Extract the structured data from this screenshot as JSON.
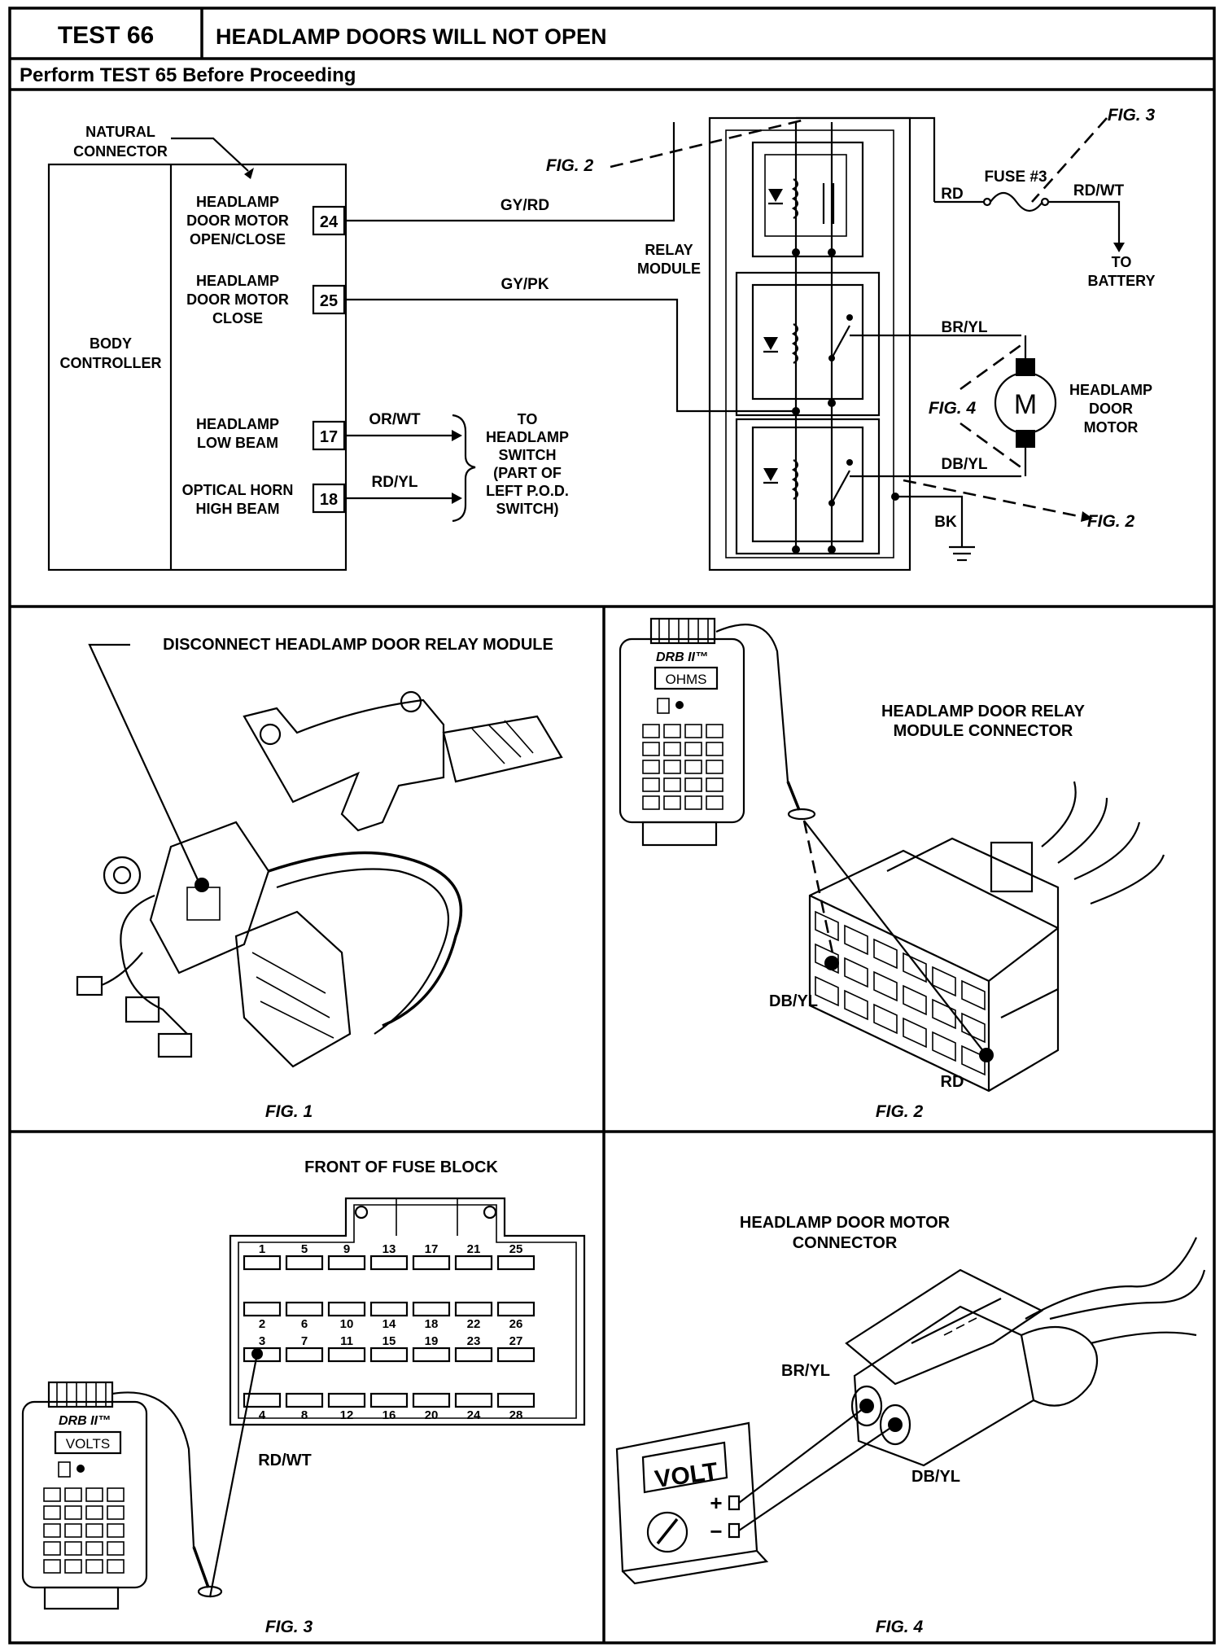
{
  "header": {
    "test_number": "TEST 66",
    "test_title": "HEADLAMP DOORS WILL NOT OPEN",
    "subtitle": "Perform TEST 65 Before Proceeding"
  },
  "schematic": {
    "natural_connector": [
      "NATURAL",
      "CONNECTOR"
    ],
    "body_controller": [
      "BODY",
      "CONTROLLER"
    ],
    "circuits": [
      {
        "label": [
          "HEADLAMP",
          "DOOR MOTOR",
          "OPEN/CLOSE"
        ],
        "pin": "24",
        "wire": "GY/RD"
      },
      {
        "label": [
          "HEADLAMP",
          "DOOR MOTOR",
          "CLOSE"
        ],
        "pin": "25",
        "wire": "GY/PK"
      },
      {
        "label": [
          "HEADLAMP",
          "LOW BEAM"
        ],
        "pin": "17",
        "wire": "OR/WT"
      },
      {
        "label": [
          "OPTICAL HORN",
          "HIGH BEAM"
        ],
        "pin": "18",
        "wire": "RD/YL"
      }
    ],
    "to_headlamp_switch": [
      "TO",
      "HEADLAMP",
      "SWITCH",
      "(PART OF",
      "LEFT P.O.D.",
      "SWITCH)"
    ],
    "relay_module": [
      "RELAY",
      "MODULE"
    ],
    "fuse": "FUSE #3",
    "wire_rd": "RD",
    "wire_rd_wt": "RD/WT",
    "to_battery": [
      "TO",
      "BATTERY"
    ],
    "wire_br_yl": "BR/YL",
    "wire_db_yl": "DB/YL",
    "wire_bk": "BK",
    "motor_symbol": "M",
    "motor_label": [
      "HEADLAMP",
      "DOOR",
      "MOTOR"
    ],
    "fig2_ref": "FIG. 2",
    "fig3_ref": "FIG. 3",
    "fig4_ref": "FIG. 4"
  },
  "fig1": {
    "callout": "DISCONNECT HEADLAMP DOOR RELAY MODULE",
    "caption": "FIG. 1"
  },
  "fig2": {
    "meter_brand": "DRB II™",
    "meter_mode": "OHMS",
    "title": [
      "HEADLAMP DOOR RELAY",
      "MODULE CONNECTOR"
    ],
    "wire_db_yl": "DB/YL",
    "wire_rd": "RD",
    "caption": "FIG. 2"
  },
  "fig3": {
    "title": "FRONT OF FUSE BLOCK",
    "fuse_numbers": {
      "row1": [
        "1",
        "5",
        "9",
        "13",
        "17",
        "21",
        "25"
      ],
      "row2_top": [
        "2",
        "6",
        "10",
        "14",
        "18",
        "22",
        "26"
      ],
      "row2_bottom": [
        "3",
        "7",
        "11",
        "15",
        "19",
        "23",
        "27"
      ],
      "row4": [
        "4",
        "8",
        "12",
        "16",
        "20",
        "24",
        "28"
      ]
    },
    "meter_brand": "DRB II™",
    "meter_mode": "VOLTS",
    "wire_rd_wt": "RD/WT",
    "caption": "FIG. 3"
  },
  "fig4": {
    "title": [
      "HEADLAMP DOOR MOTOR",
      "CONNECTOR"
    ],
    "wire_br_yl": "BR/YL",
    "wire_db_yl": "DB/YL",
    "meter_mode": "VOLT",
    "plus": "+",
    "minus": "−",
    "caption": "FIG. 4"
  }
}
